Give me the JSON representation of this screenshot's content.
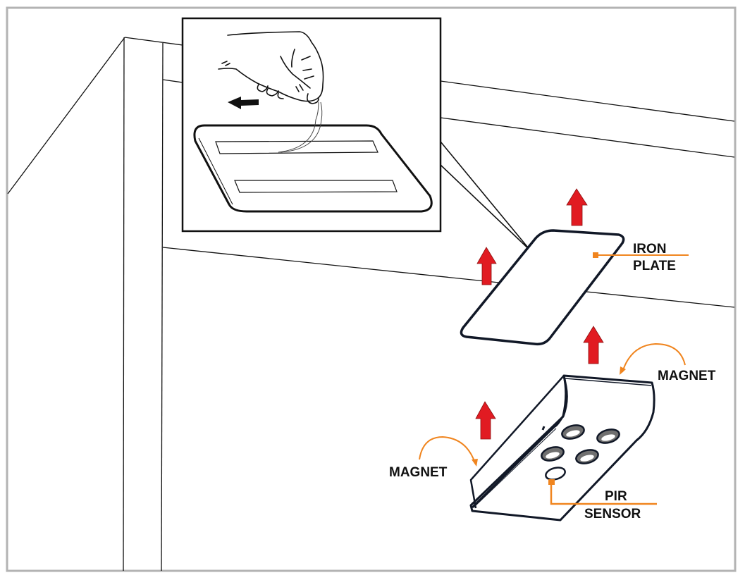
{
  "figure": {
    "type": "installation-diagram",
    "description": "Peel adhesive backing off iron plate, stick plate under cabinet, attach magnetic PIR sensor light bar",
    "colors": {
      "frame": "#b3b3b3",
      "line": "#111111",
      "arrow": "#e11b22",
      "callout": "#f0851f",
      "lens": "#707070"
    }
  },
  "labels": {
    "iron_plate_line1": "IRON",
    "iron_plate_line2": "PLATE",
    "magnet_right": "MAGNET",
    "magnet_left": "MAGNET",
    "pir_line1": "PIR",
    "pir_line2": "SENSOR"
  },
  "icons": {
    "push_arrows": [
      "arrow-up-icon",
      "arrow-up-icon",
      "arrow-up-icon",
      "arrow-up-icon"
    ],
    "peel_arrow": "arrow-left-icon",
    "hand": "hand-icon"
  },
  "parts": [
    {
      "name": "iron-plate",
      "label": "IRON PLATE"
    },
    {
      "name": "magnet",
      "label": "MAGNET",
      "count": 2
    },
    {
      "name": "pir-sensor",
      "label": "PIR SENSOR"
    },
    {
      "name": "adhesive-strip",
      "count": 2
    }
  ]
}
